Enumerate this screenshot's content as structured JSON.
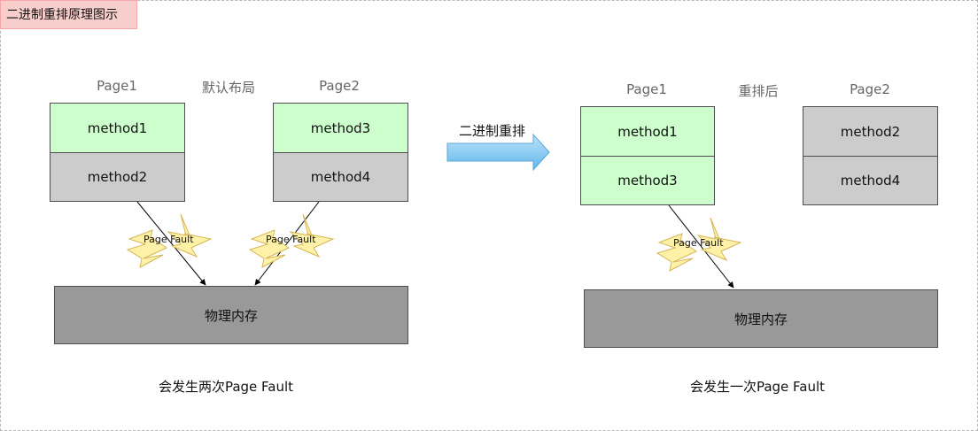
{
  "title": "二进制重排原理图示",
  "left": {
    "page1_label": "Page1",
    "page2_label": "Page2",
    "layout_label": "默认布局",
    "page1_methods": [
      "method1",
      "method2"
    ],
    "page2_methods": [
      "method3",
      "method4"
    ],
    "page_fault_labels": [
      "Page Fault",
      "Page Fault"
    ],
    "memory_label": "物理内存",
    "summary": "会发生两次Page Fault"
  },
  "arrow_label": "二进制重排",
  "right": {
    "page1_label": "Page1",
    "page2_label": "Page2",
    "layout_label": "重排后",
    "page1_methods": [
      "method1",
      "method3"
    ],
    "page2_methods": [
      "method2",
      "method4"
    ],
    "page_fault_label": "Page Fault",
    "memory_label": "物理内存",
    "summary": "会发生一次Page Fault"
  },
  "colors": {
    "hot_method": "#ccffcc",
    "cold_method": "#cccccc",
    "memory": "#999999",
    "title_tag": "#f8cecc",
    "arrow": "#7ec8ee",
    "lightning": "#fff2a8"
  }
}
